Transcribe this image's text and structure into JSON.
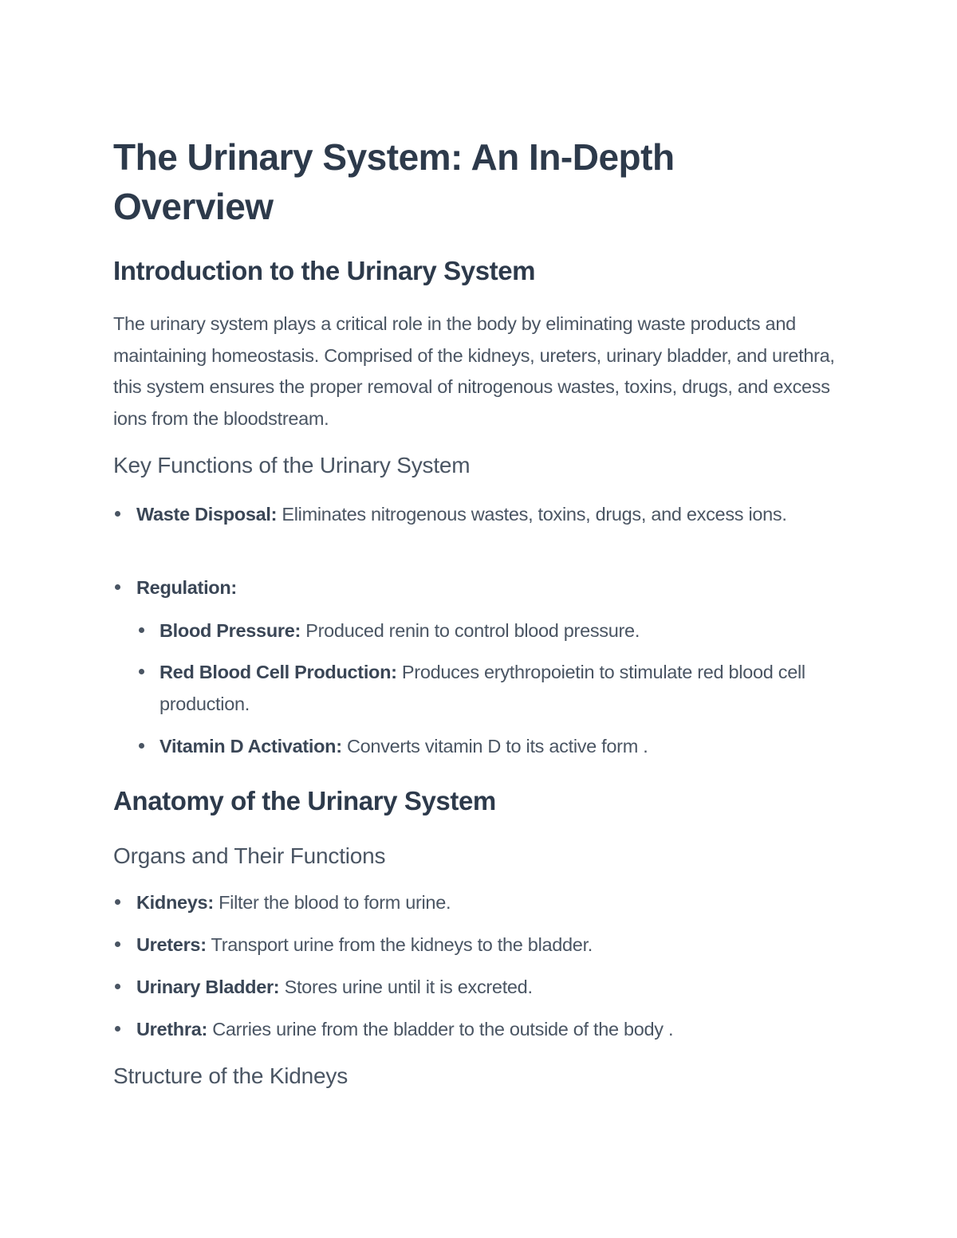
{
  "title": "The Urinary System: An In-Depth Overview",
  "sections": [
    {
      "heading": "Introduction to the Urinary System",
      "paragraph": "The urinary system plays a critical role in the body by eliminating waste products and maintaining homeostasis. Comprised of the kidneys, ureters, urinary bladder, and urethra, this system ensures the proper removal of nitrogenous wastes, toxins, drugs, and excess ions from the bloodstream.",
      "subheading": "Key Functions of the Urinary System",
      "items": [
        {
          "term": "Waste Disposal:",
          "text": " Eliminates nitrogenous wastes, toxins, drugs, and excess ions."
        },
        {
          "term": "Regulation:",
          "text": ""
        }
      ],
      "subitems": [
        {
          "term": "Blood Pressure:",
          "text": " Produced renin to control blood pressure."
        },
        {
          "term": "Red Blood Cell Production:",
          "text": " Produces erythropoietin to stimulate red blood cell production."
        },
        {
          "term": "Vitamin D Activation:",
          "text": " Converts vitamin D to its active form ."
        }
      ]
    },
    {
      "heading": "Anatomy of the Urinary System",
      "subheading": "Organs and Their Functions",
      "items": [
        {
          "term": "Kidneys:",
          "text": " Filter the blood to form urine."
        },
        {
          "term": "Ureters:",
          "text": " Transport urine from the kidneys to the bladder."
        },
        {
          "term": "Urinary Bladder:",
          "text": " Stores urine until it is excreted."
        },
        {
          "term": "Urethra:",
          "text": " Carries urine from the bladder to the outside of the body ."
        }
      ],
      "subheading2": "Structure of the Kidneys"
    }
  ]
}
